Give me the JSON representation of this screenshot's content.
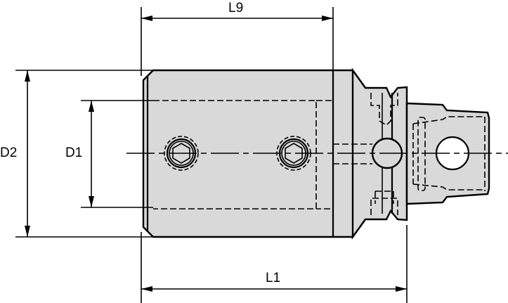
{
  "drawing": {
    "title": "Tool holder adapter technical drawing",
    "fill_color": "#d9d9d9",
    "line_color": "#000000",
    "background": "#ffffff"
  },
  "dimensions": {
    "L9": "L9",
    "L1": "L1",
    "D1": "D1",
    "D2": "D2"
  }
}
